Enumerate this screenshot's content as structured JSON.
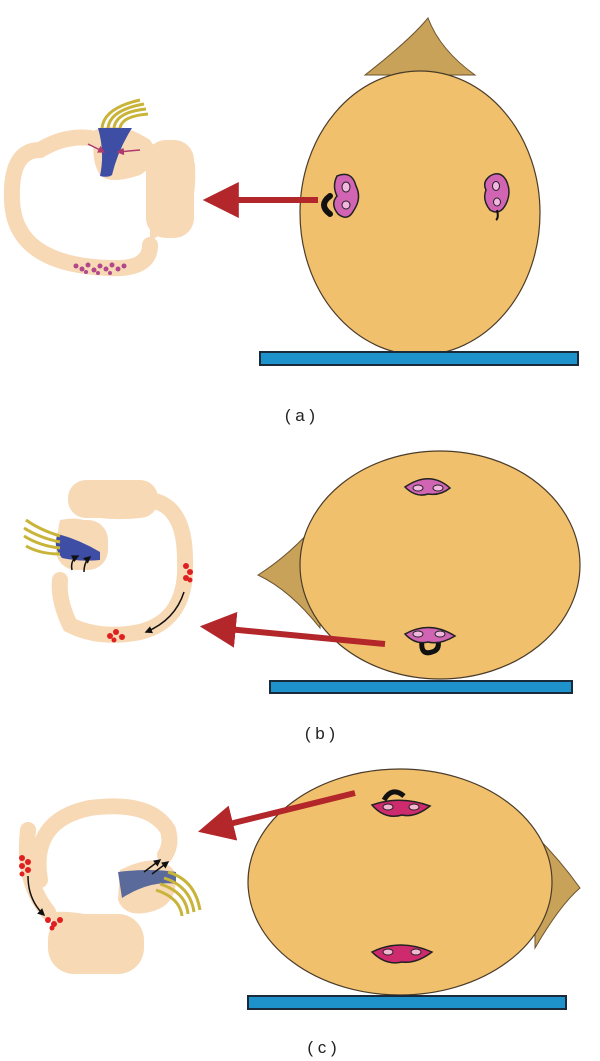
{
  "panels": [
    {
      "id": "a",
      "caption": "( a )"
    },
    {
      "id": "b",
      "caption": "( b )"
    },
    {
      "id": "c",
      "caption": "( c )"
    }
  ],
  "colors": {
    "head_fill": "#F1C06C",
    "head_stroke": "#4a3c2a",
    "nose_fill": "#C9A25A",
    "floor_fill": "#1E93CB",
    "canal_fill": "#F7D9B6",
    "cupula_fill": "#3D4EA4",
    "hair_cells": "#C9B43A",
    "otoconia_a": "#B2478C",
    "otoconia_bc": "#E02020",
    "arrow_red": "#B3262A",
    "ear_pink": "#D264B4",
    "ear_magenta": "#CE2A6E"
  },
  "icons": [
    "red-arrow-icon",
    "inner-ear-icon",
    "canal-flow-arrow-icon"
  ]
}
